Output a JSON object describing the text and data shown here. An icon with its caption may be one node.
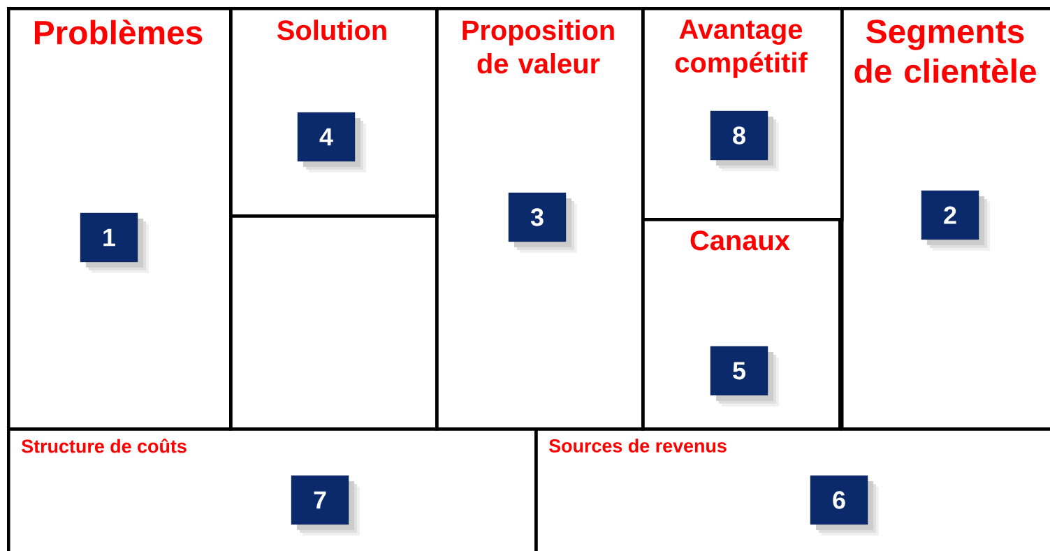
{
  "diagram": {
    "nodes": [
      {
        "text": [
          "Problèmes"
        ]
      },
      {
        "text": [
          "1"
        ],
        "in": 0
      },
      {
        "text": [
          "Solution"
        ]
      },
      {
        "text": [
          "4"
        ],
        "in": 2
      },
      {
        "text": [],
        "shape": "box"
      },
      {
        "text": [
          "Proposition de valeur"
        ]
      },
      {
        "text": [
          "3"
        ],
        "in": 5
      },
      {
        "text": [
          "Avantage compétitif"
        ]
      },
      {
        "text": [
          "8"
        ],
        "in": 7
      },
      {
        "text": [
          "Canaux"
        ]
      },
      {
        "text": [
          "5"
        ],
        "in": 9
      },
      {
        "text": [
          "Segments de clientèle"
        ]
      },
      {
        "text": [
          "2"
        ],
        "in": 11
      },
      {
        "text": [
          "Structure de coûts"
        ]
      },
      {
        "text": [
          "7"
        ],
        "in": 13
      },
      {
        "text": [
          "Sources de revenus"
        ]
      },
      {
        "text": [
          "6"
        ],
        "in": 15
      }
    ]
  }
}
